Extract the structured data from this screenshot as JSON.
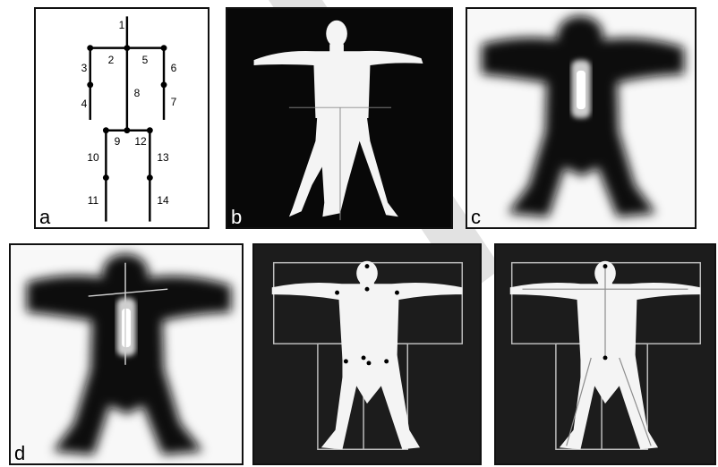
{
  "panels": {
    "a": {
      "label": "a",
      "segments": [
        "1",
        "2",
        "3",
        "4",
        "5",
        "6",
        "7",
        "8",
        "9",
        "10",
        "11",
        "12",
        "13",
        "14"
      ]
    },
    "b": {
      "label": "b"
    },
    "c": {
      "label": "c"
    },
    "d": {
      "label": "d"
    },
    "e": {
      "label": ""
    },
    "f": {
      "label": ""
    }
  },
  "colors": {
    "dark": "#080808",
    "silhouette": "#f4f4f4",
    "overlay": "#bdbdbd",
    "watermark": "#d9d9d9"
  }
}
